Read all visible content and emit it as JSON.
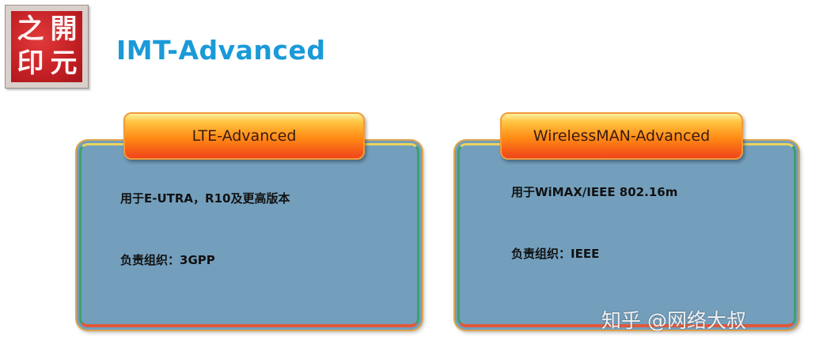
{
  "seal": {
    "chars": [
      "之",
      "開",
      "印",
      "元"
    ]
  },
  "page_title": "IMT-Advanced",
  "cards": [
    {
      "title": "LTE-Advanced",
      "lines": [
        "用于E-UTRA，R10及更高版本",
        "负责组织：3GPP"
      ]
    },
    {
      "title": "WirelessMAN-Advanced",
      "lines": [
        "用于WiMAX/IEEE 802.16m",
        "负责组织：IEEE"
      ]
    }
  ],
  "watermark": "知乎 @网络大叔",
  "colors": {
    "title": "#1a9ad8",
    "card_body": "#739fbd",
    "header_orange": "#ff8a14",
    "seal_red": "#c21f24"
  }
}
